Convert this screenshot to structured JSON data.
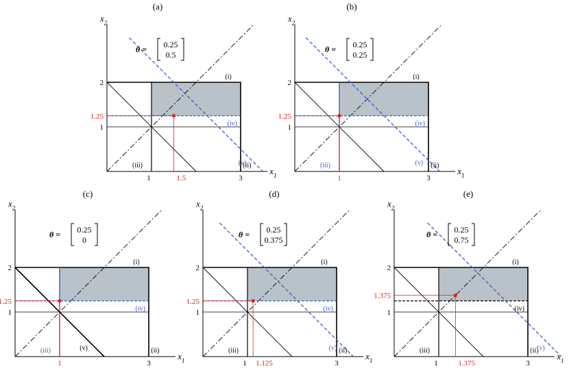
{
  "colors": {
    "axis": "#000000",
    "region": "#b8c2c8",
    "blue": "#3a5bd0",
    "red": "#e02020",
    "black": "#000000"
  },
  "axis_labels": {
    "x": "x",
    "x_sub": "1",
    "y": "x",
    "y_sub": "2"
  },
  "theta_prefix": "θ =",
  "roman": [
    "(i)",
    "(ii)",
    "(iii)",
    "(iv)",
    "(v)"
  ],
  "panels": [
    {
      "id": "a",
      "label": "(a)",
      "theta": [
        "0.25",
        "0.5"
      ],
      "iv_line_y": 1.25,
      "iv_blue": true,
      "iii_blue": false,
      "v_sum": 3.5,
      "v_blue": true,
      "point": [
        1.5,
        1.25
      ],
      "region_xmin": 1,
      "xticks": [
        "1",
        "3"
      ],
      "yticks": [
        "1",
        "2"
      ],
      "red_x": "1.5",
      "red_y": "1.25"
    },
    {
      "id": "b",
      "label": "(b)",
      "theta": [
        "0.25",
        "0.25"
      ],
      "iv_line_y": 1.25,
      "iv_blue": true,
      "iii_blue": true,
      "v_sum": 3.25,
      "v_blue": true,
      "point": [
        1,
        1.25
      ],
      "region_xmin": 1,
      "xticks": [
        "3"
      ],
      "yticks": [
        "1",
        "2"
      ],
      "red_x": "1",
      "red_y": "1.25"
    },
    {
      "id": "c",
      "label": "(c)",
      "theta": [
        "0.25",
        "0"
      ],
      "iv_line_y": 1.25,
      "iv_blue": true,
      "iii_blue": true,
      "v_sum": 2,
      "v_blue": false,
      "point": [
        1,
        1.25
      ],
      "region_xmin": 1,
      "xticks": [
        "3"
      ],
      "yticks": [
        "1",
        "2"
      ],
      "red_x": "1",
      "red_y": "1.25"
    },
    {
      "id": "d",
      "label": "(d)",
      "theta": [
        "0.25",
        "0.375"
      ],
      "iv_line_y": 1.25,
      "iv_blue": true,
      "iii_blue": false,
      "v_sum": 3.375,
      "v_blue": true,
      "point": [
        1.125,
        1.25
      ],
      "region_xmin": 1,
      "xticks": [
        "1",
        "3"
      ],
      "yticks": [
        "1",
        "2"
      ],
      "red_x": "1.125",
      "red_y": "1.25"
    },
    {
      "id": "e",
      "label": "(e)",
      "theta": [
        "0.25",
        "0.75"
      ],
      "iv_line_y": 1.25,
      "iv_blue": false,
      "iii_blue": false,
      "v_sum": 3.75,
      "v_blue": true,
      "point": [
        1.375,
        1.375
      ],
      "region_xmin": 1,
      "xticks": [
        "1",
        "3"
      ],
      "yticks": [
        "1",
        "2"
      ],
      "red_x": "1.375",
      "red_y": "1.375"
    }
  ]
}
